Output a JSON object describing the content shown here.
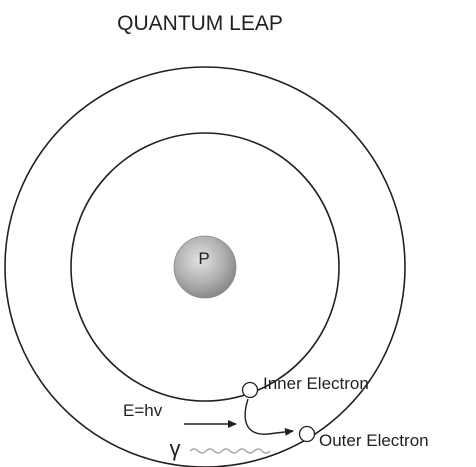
{
  "title": "QUANTUM LEAP",
  "nucleus": {
    "label": "P"
  },
  "labels": {
    "inner_electron": "Inner Electron",
    "outer_electron": "Outer Electron",
    "energy": "E=hv",
    "photon": "γ"
  },
  "colors": {
    "ink": "#231f20",
    "photon_wave": "#a8a8a8",
    "nucleus_light": "#d6d6d6",
    "nucleus_dark": "#8a8a8a"
  }
}
